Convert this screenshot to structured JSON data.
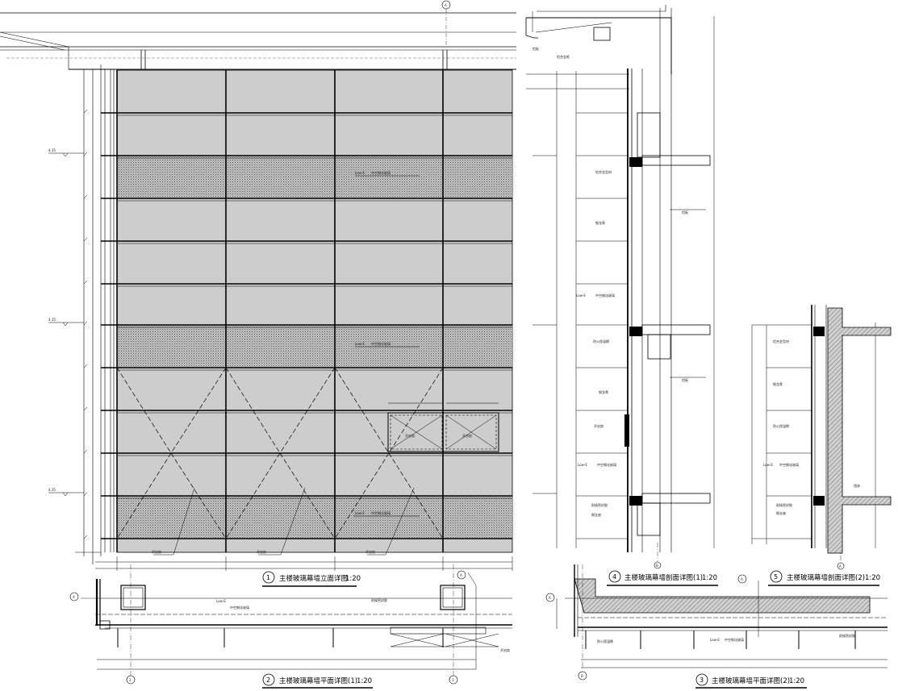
{
  "views": [
    {
      "id": "1",
      "caption": "主楼玻璃幕墙立面详图",
      "scale": "1:20"
    },
    {
      "id": "2",
      "caption": "主楼玻璃幕墙平面详图(1)",
      "scale": "1:20"
    },
    {
      "id": "3",
      "caption": "主楼玻璃幕墙平面详图(2)",
      "scale": "1:20"
    },
    {
      "id": "4",
      "caption": "主楼玻璃幕墙剖面详图(1)",
      "scale": "1:20"
    },
    {
      "id": "5",
      "caption": "主楼玻璃幕墙剖面详图(2)",
      "scale": "1:20"
    }
  ],
  "notes": {
    "lowe": "Low-E",
    "glass_label": "中空钢化玻璃",
    "aluminium": "铝合金型材",
    "steel": "钢龙骨",
    "bracket": "钢支座",
    "sealant": "耐候密封胶",
    "insulation": "防火保温棉",
    "opening": "开启扇",
    "frame": "铝合金框",
    "panel": "铝板",
    "wall": "墙体"
  },
  "axis_bubbles": [
    "A",
    "B",
    "2",
    "3"
  ],
  "palette": {
    "glass": "#cdcdcd",
    "line": "#000000",
    "hatch": "#8a8a8a"
  }
}
